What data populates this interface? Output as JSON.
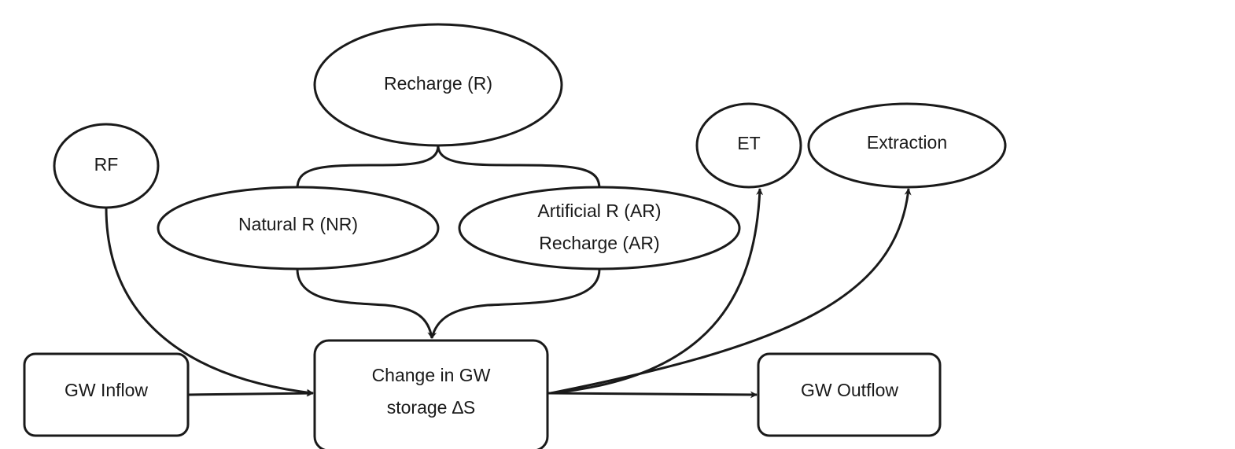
{
  "nodes": {
    "recharge": "Recharge (R)",
    "rf": "RF",
    "natural_r": "Natural R (NR)",
    "artificial_r_line1": "Artificial R (AR)",
    "artificial_r_line2": "Recharge (AR)",
    "et": "ET",
    "extraction": "Extraction",
    "gw_inflow": "GW Inflow",
    "storage_line1": "Change in GW",
    "storage_line2": "storage ∆S",
    "gw_outflow": "GW Outflow"
  },
  "colors": {
    "stroke": "#1a1a1a",
    "fill": "#ffffff",
    "text": "#1a1a1a"
  }
}
